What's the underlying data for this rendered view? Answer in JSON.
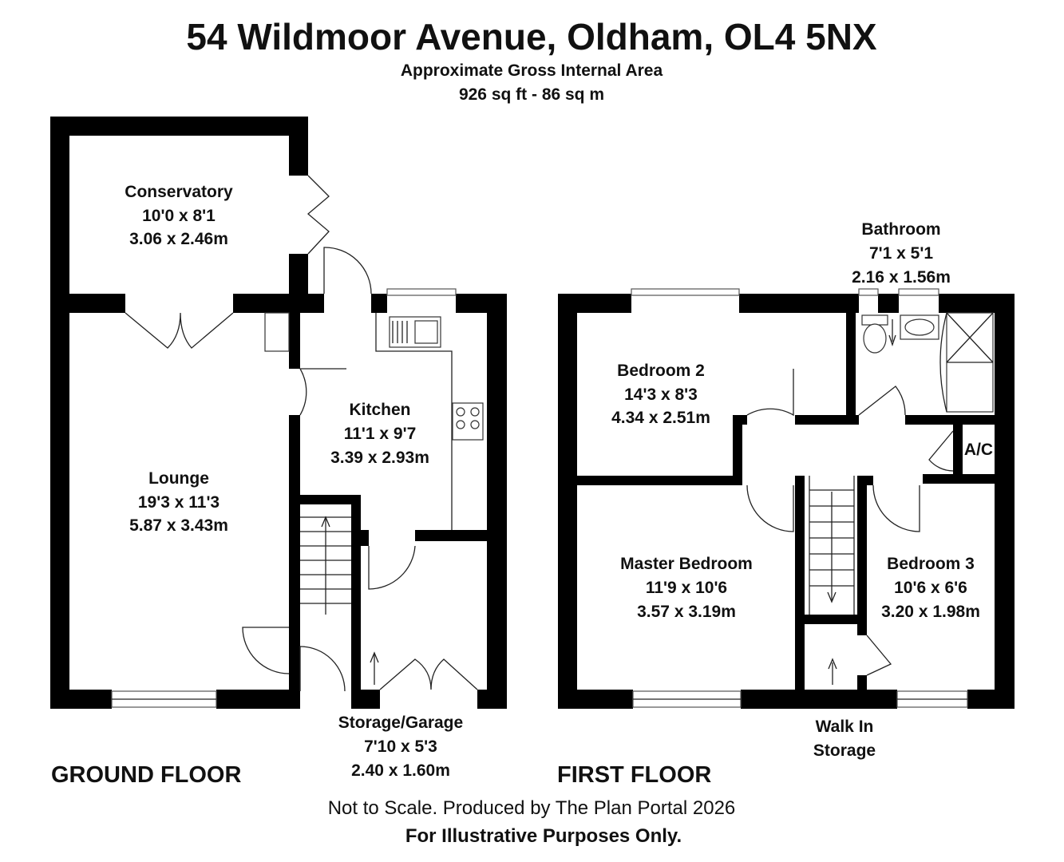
{
  "header": {
    "title": "54 Wildmoor Avenue, Oldham, OL4 5NX",
    "area_label": "Approximate Gross Internal Area",
    "area_value": "926 sq ft - 86 sq m"
  },
  "rooms": {
    "conservatory": {
      "name": "Conservatory",
      "imperial": "10'0 x 8'1",
      "metric": "3.06 x 2.46m"
    },
    "lounge": {
      "name": "Lounge",
      "imperial": "19'3 x 11'3",
      "metric": "5.87 x 3.43m"
    },
    "kitchen": {
      "name": "Kitchen",
      "imperial": "11'1 x 9'7",
      "metric": "3.39 x 2.93m"
    },
    "storage_garage": {
      "name": "Storage/Garage",
      "imperial": "7'10 x 5'3",
      "metric": "2.40 x 1.60m"
    },
    "bathroom": {
      "name": "Bathroom",
      "imperial": "7'1 x 5'1",
      "metric": "2.16 x 1.56m"
    },
    "bedroom2": {
      "name": "Bedroom 2",
      "imperial": "14'3 x 8'3",
      "metric": "4.34 x 2.51m"
    },
    "master_bedroom": {
      "name": "Master Bedroom",
      "imperial": "11'9 x 10'6",
      "metric": "3.57 x 3.19m"
    },
    "bedroom3": {
      "name": "Bedroom 3",
      "imperial": "10'6 x 6'6",
      "metric": "3.20 x 1.98m"
    },
    "ac": {
      "name": "A/C"
    },
    "walk_in": {
      "line1": "Walk In",
      "line2": "Storage"
    }
  },
  "floors": {
    "ground": "GROUND FLOOR",
    "first": "FIRST FLOOR"
  },
  "footer": {
    "note": "Not to Scale. Produced by The Plan Portal 2026",
    "disclaimer": "For Illustrative Purposes Only."
  }
}
